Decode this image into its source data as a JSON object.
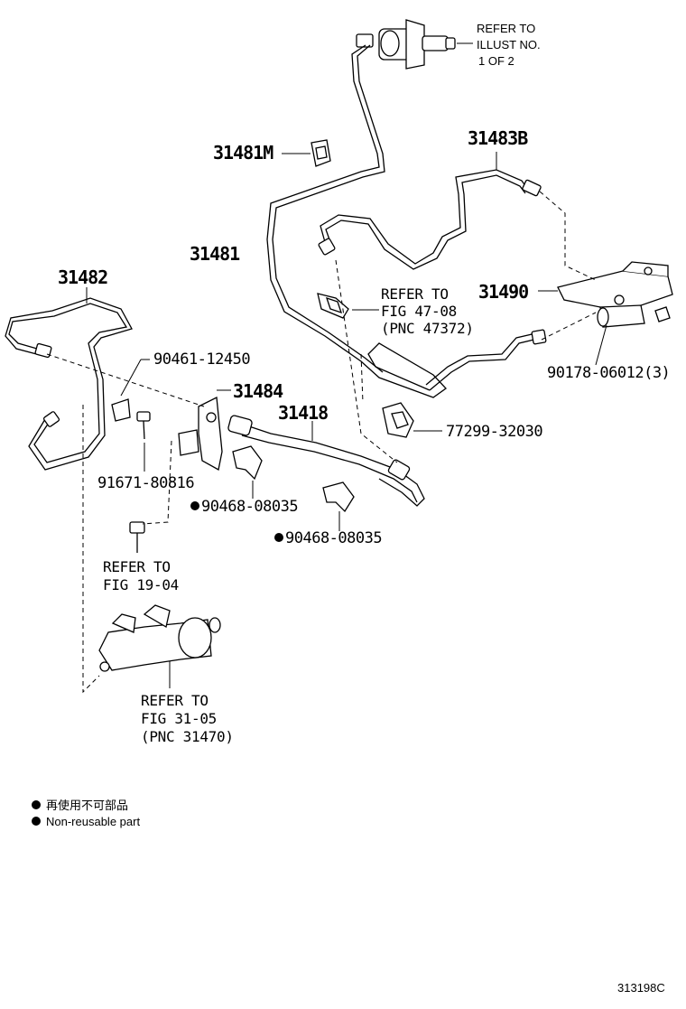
{
  "labels": {
    "p31481M": "31481M",
    "p31483B": "31483B",
    "p31481": "31481",
    "p31482": "31482",
    "p31490": "31490",
    "p31484": "31484",
    "p31418": "31418",
    "p90461": "90461-12450",
    "p90178": "90178-06012(3)",
    "p77299": "77299-32030",
    "p91671": "91671-80816",
    "p90468a": "90468-08035",
    "p90468b": "90468-08035"
  },
  "notes": {
    "illust": [
      "REFER TO",
      "ILLUST NO.",
      "1 OF 2"
    ],
    "fig4708": [
      "REFER TO",
      "FIG 47-08",
      "(PNC 47372)"
    ],
    "fig1904": [
      "REFER TO",
      "FIG 19-04"
    ],
    "fig3105": [
      "REFER TO",
      "FIG 31-05",
      "(PNC 31470)"
    ]
  },
  "legend": {
    "jp": "再使用不可部品",
    "en": "Non-reusable part"
  },
  "figure_code": "313198C"
}
